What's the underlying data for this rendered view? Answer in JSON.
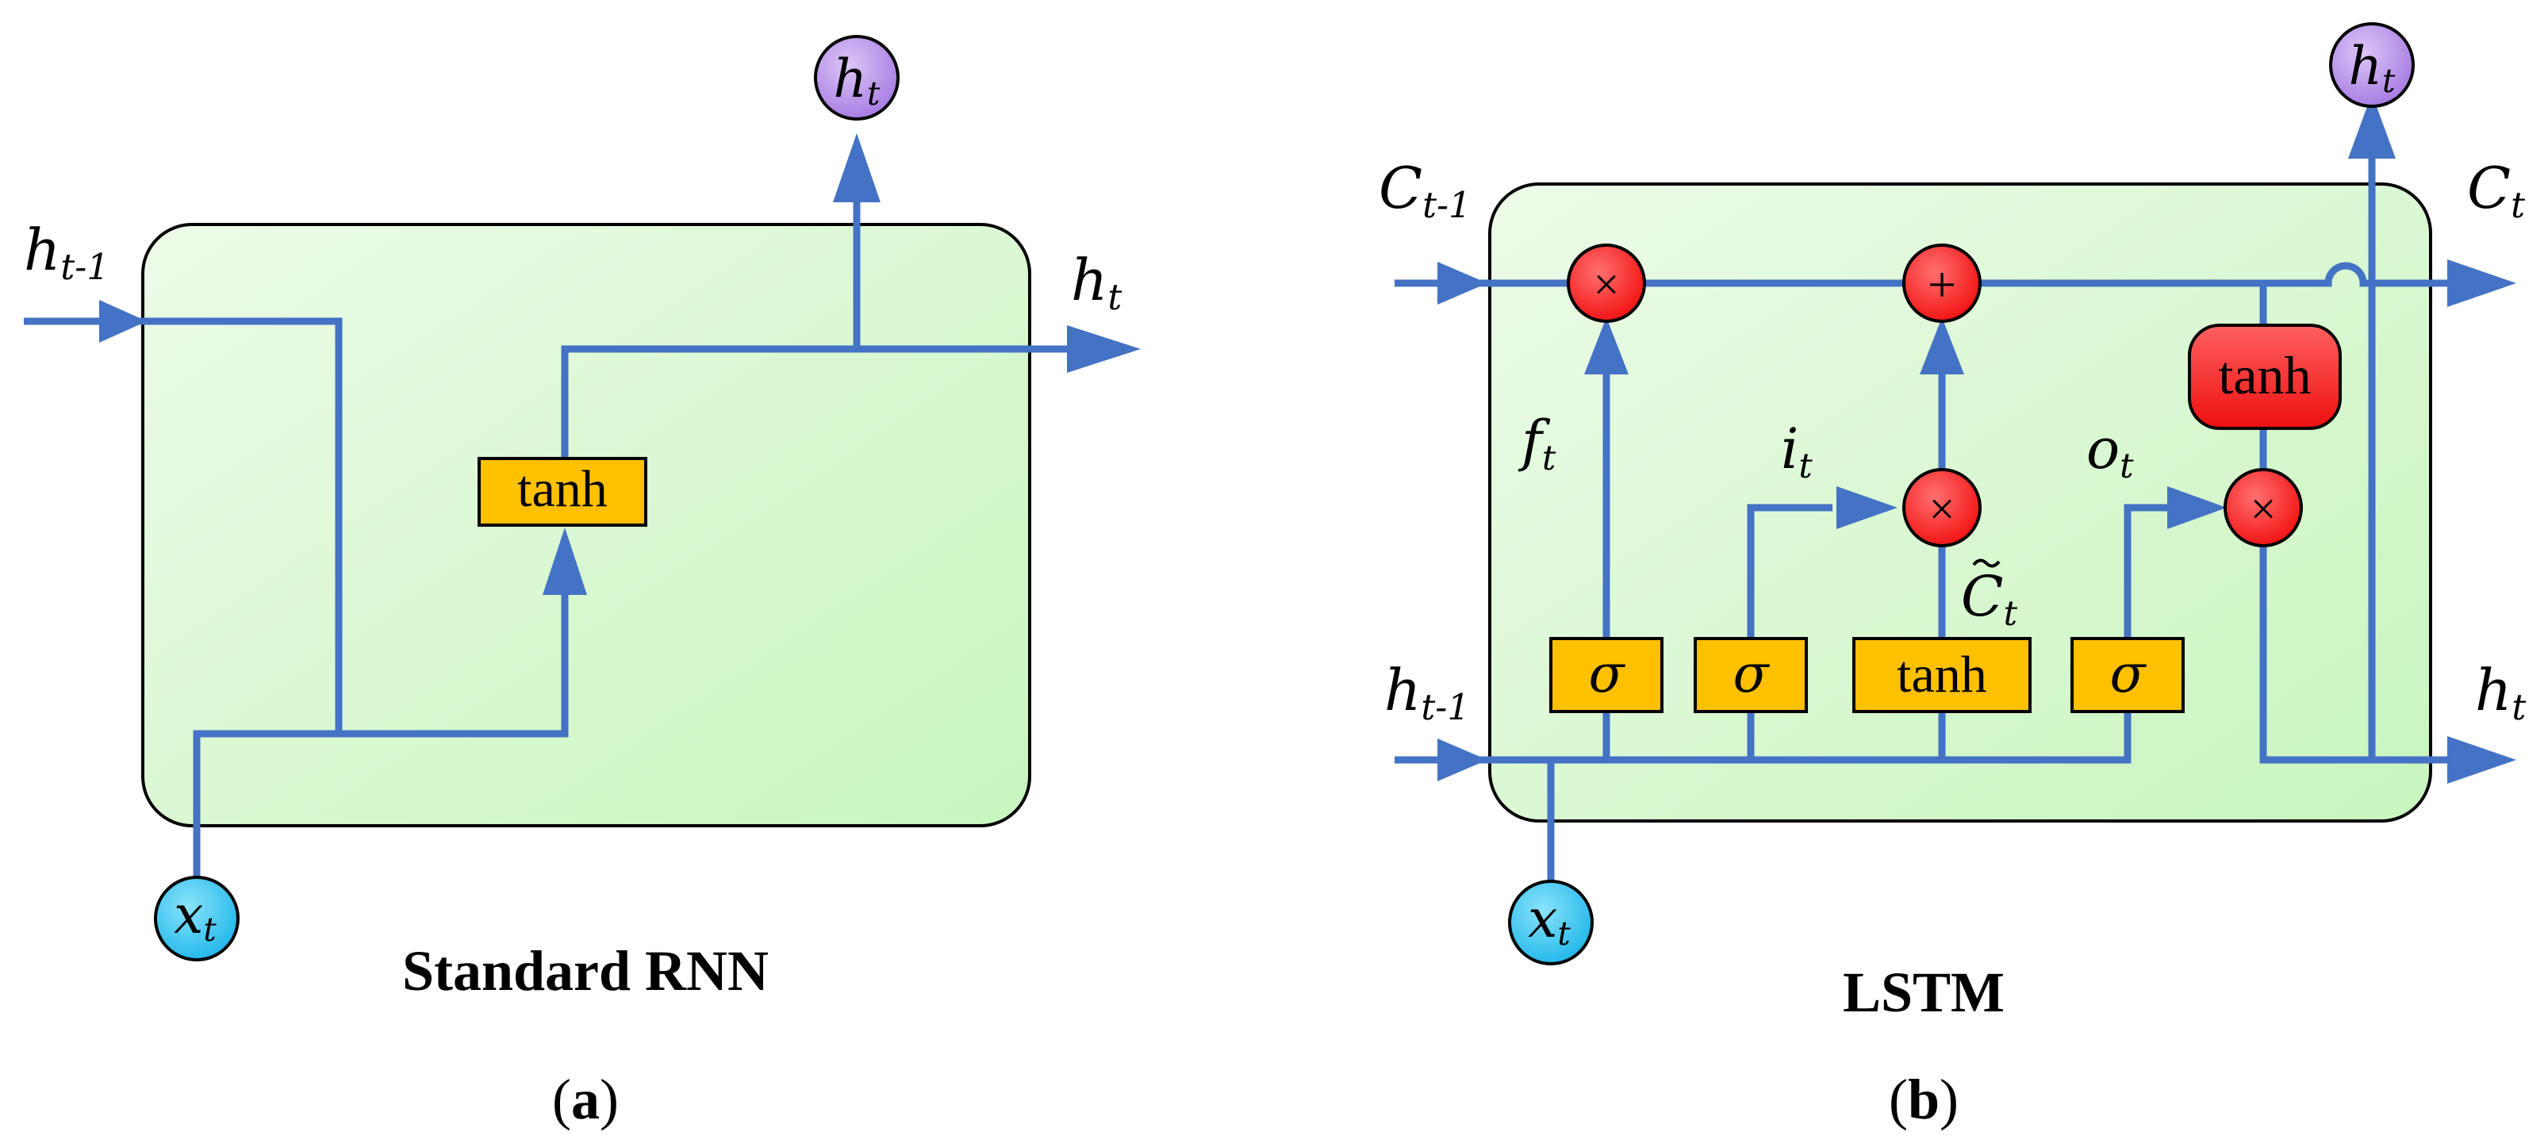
{
  "colors": {
    "wire": "#4472C4",
    "cell_fill": "#D9F7D2",
    "yellow": "#FFC000",
    "red": "#FF2A2A",
    "purple": "#B68CE8",
    "cyan": "#38C6F0"
  },
  "rnn": {
    "title": "Standard RNN",
    "panel": "(a)",
    "h_prev": {
      "base": "h",
      "sub": "t-1"
    },
    "h_out_right": {
      "base": "h",
      "sub": "t"
    },
    "h_out_top": {
      "base": "h",
      "sub": "t"
    },
    "x_in": {
      "base": "x",
      "sub": "t"
    },
    "tanh_label": "tanh"
  },
  "lstm": {
    "title": "LSTM",
    "panel": "(b)",
    "c_prev": {
      "base": "C",
      "sub": "t-1"
    },
    "c_out": {
      "base": "C",
      "sub": "t"
    },
    "h_prev": {
      "base": "h",
      "sub": "t-1"
    },
    "h_out_right": {
      "base": "h",
      "sub": "t"
    },
    "h_out_top": {
      "base": "h",
      "sub": "t"
    },
    "x_in": {
      "base": "x",
      "sub": "t"
    },
    "f_gate": {
      "base": "f",
      "sub": "t"
    },
    "i_gate": {
      "base": "i",
      "sub": "t"
    },
    "o_gate": {
      "base": "o",
      "sub": "t"
    },
    "c_tilde": {
      "base": "C",
      "sub": "t"
    },
    "sigma": "σ",
    "tanh_label": "tanh",
    "times": "×",
    "plus": "+"
  }
}
